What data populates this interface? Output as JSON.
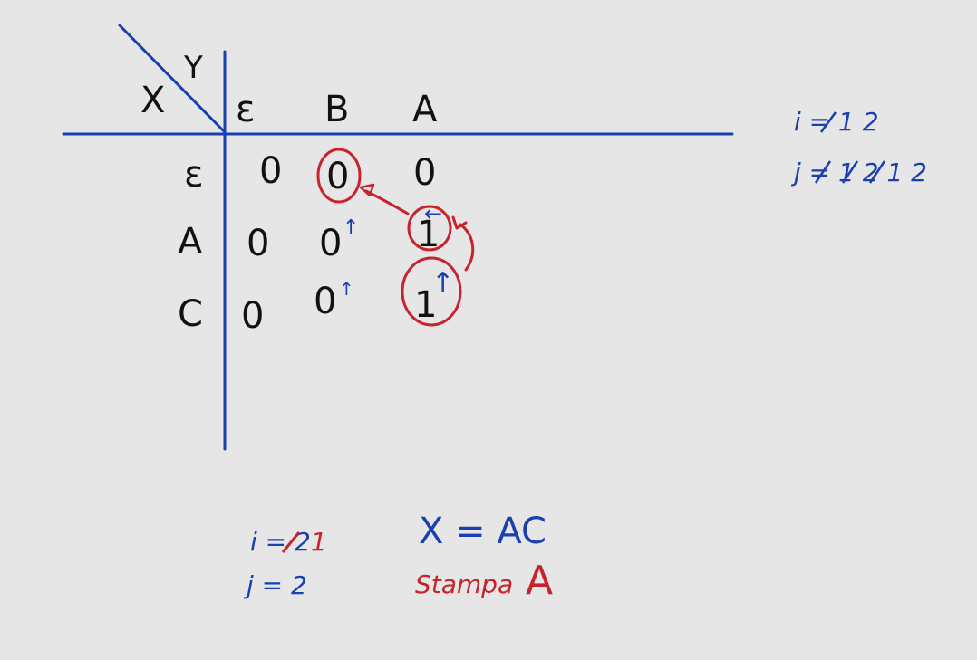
{
  "colors": {
    "background": "#e6e6e6",
    "ink": "#111111",
    "blue": "#1a3fb0",
    "red": "#c8232c"
  },
  "table": {
    "corner_row_label": "X",
    "corner_col_label": "Y",
    "col_headers": [
      "ε",
      "B",
      "A"
    ],
    "row_headers": [
      "ε",
      "A",
      "C"
    ],
    "cells": [
      [
        "0",
        "0",
        "0"
      ],
      [
        "0",
        "0",
        "1"
      ],
      [
        "0",
        "0",
        "1"
      ]
    ],
    "cell_marks": [
      [
        "",
        "",
        ""
      ],
      [
        "",
        "↑",
        "←"
      ],
      [
        "",
        "↑",
        "↑"
      ]
    ],
    "circled_cells": [
      [
        0,
        1
      ],
      [
        1,
        2
      ],
      [
        2,
        2
      ]
    ]
  },
  "counters_top": {
    "i_line": "i = 1 2",
    "j_line": "j = 1 2 1 2"
  },
  "counters_bottom": {
    "i_prefix": "i = ",
    "i_struck": "2",
    "i_value": "1",
    "j_line": "j = 2"
  },
  "result": {
    "x_line": "X = AC",
    "print_label": "Stampa",
    "print_value": "A"
  }
}
